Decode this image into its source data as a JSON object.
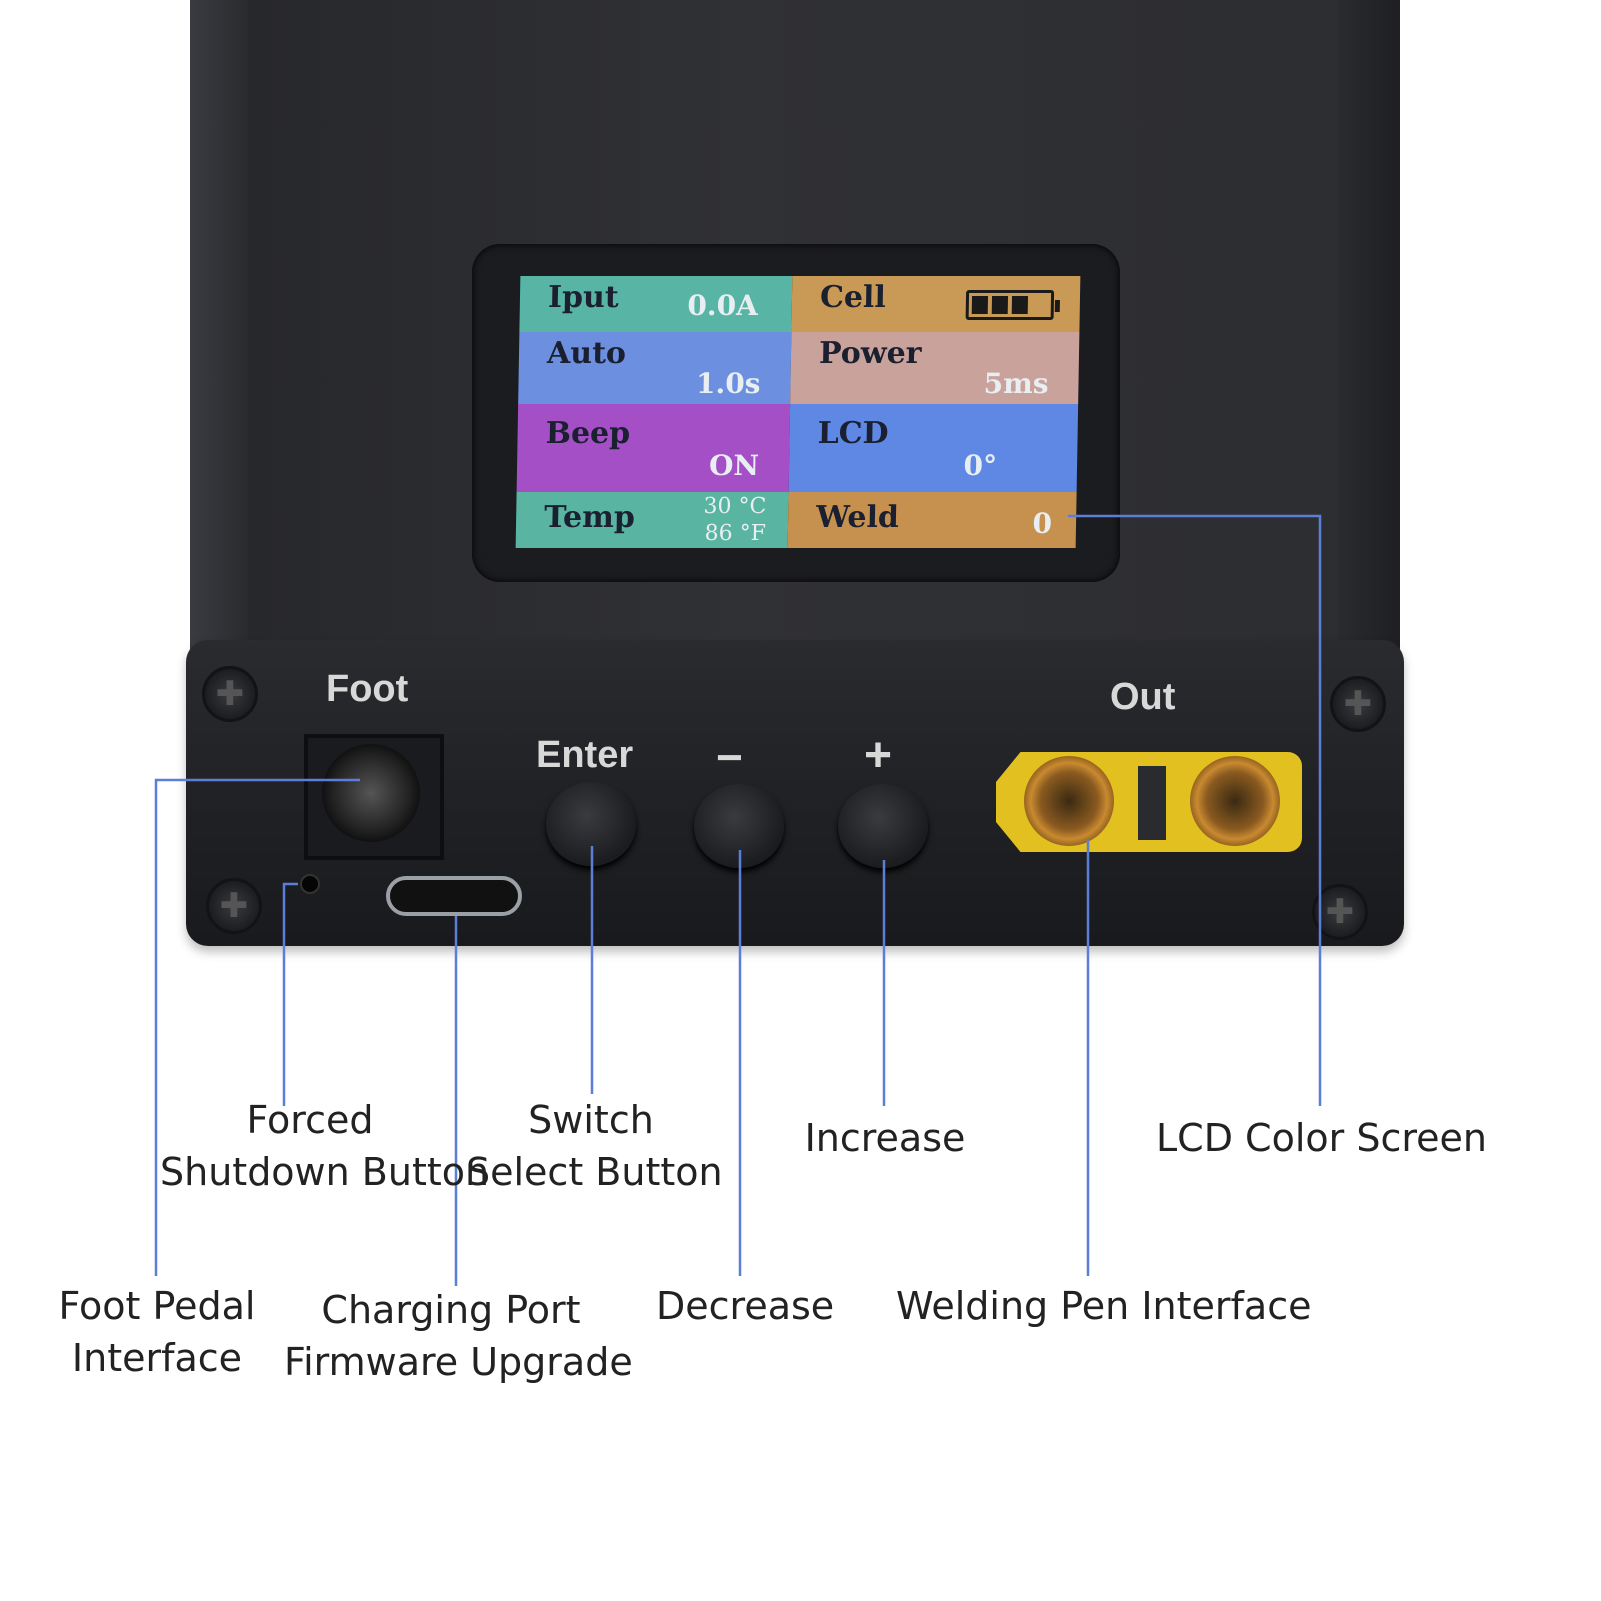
{
  "lcd": {
    "cells": [
      {
        "label": "Iput",
        "value": "0.0A"
      },
      {
        "label": "Cell",
        "value": ""
      },
      {
        "label": "Auto",
        "value": "1.0s"
      },
      {
        "label": "Power",
        "value": "5ms"
      },
      {
        "label": "Beep",
        "value": "ON"
      },
      {
        "label": "LCD",
        "value": "0°"
      },
      {
        "label": "Temp",
        "value": "30 °C",
        "value2": "86 °F"
      },
      {
        "label": "Weld",
        "value": "0"
      }
    ],
    "battery_bars": 3
  },
  "panel": {
    "foot": "Foot",
    "enter": "Enter",
    "minus": "−",
    "plus": "+",
    "out": "Out"
  },
  "callouts": {
    "forced_shutdown_1": "Forced",
    "forced_shutdown_2": "Shutdown Button",
    "switch_1": "Switch",
    "switch_2": "Select Button",
    "increase": "Increase",
    "lcd_screen": "LCD Color Screen",
    "foot_pedal_1": "Foot Pedal",
    "foot_pedal_2": "Interface",
    "charging_1": "Charging Port",
    "charging_2": "Firmware Upgrade",
    "decrease": "Decrease",
    "welding_pen": "Welding Pen Interface"
  },
  "colors": {
    "leader_line": "#5b7fd6",
    "connector": "#e2c01f"
  }
}
